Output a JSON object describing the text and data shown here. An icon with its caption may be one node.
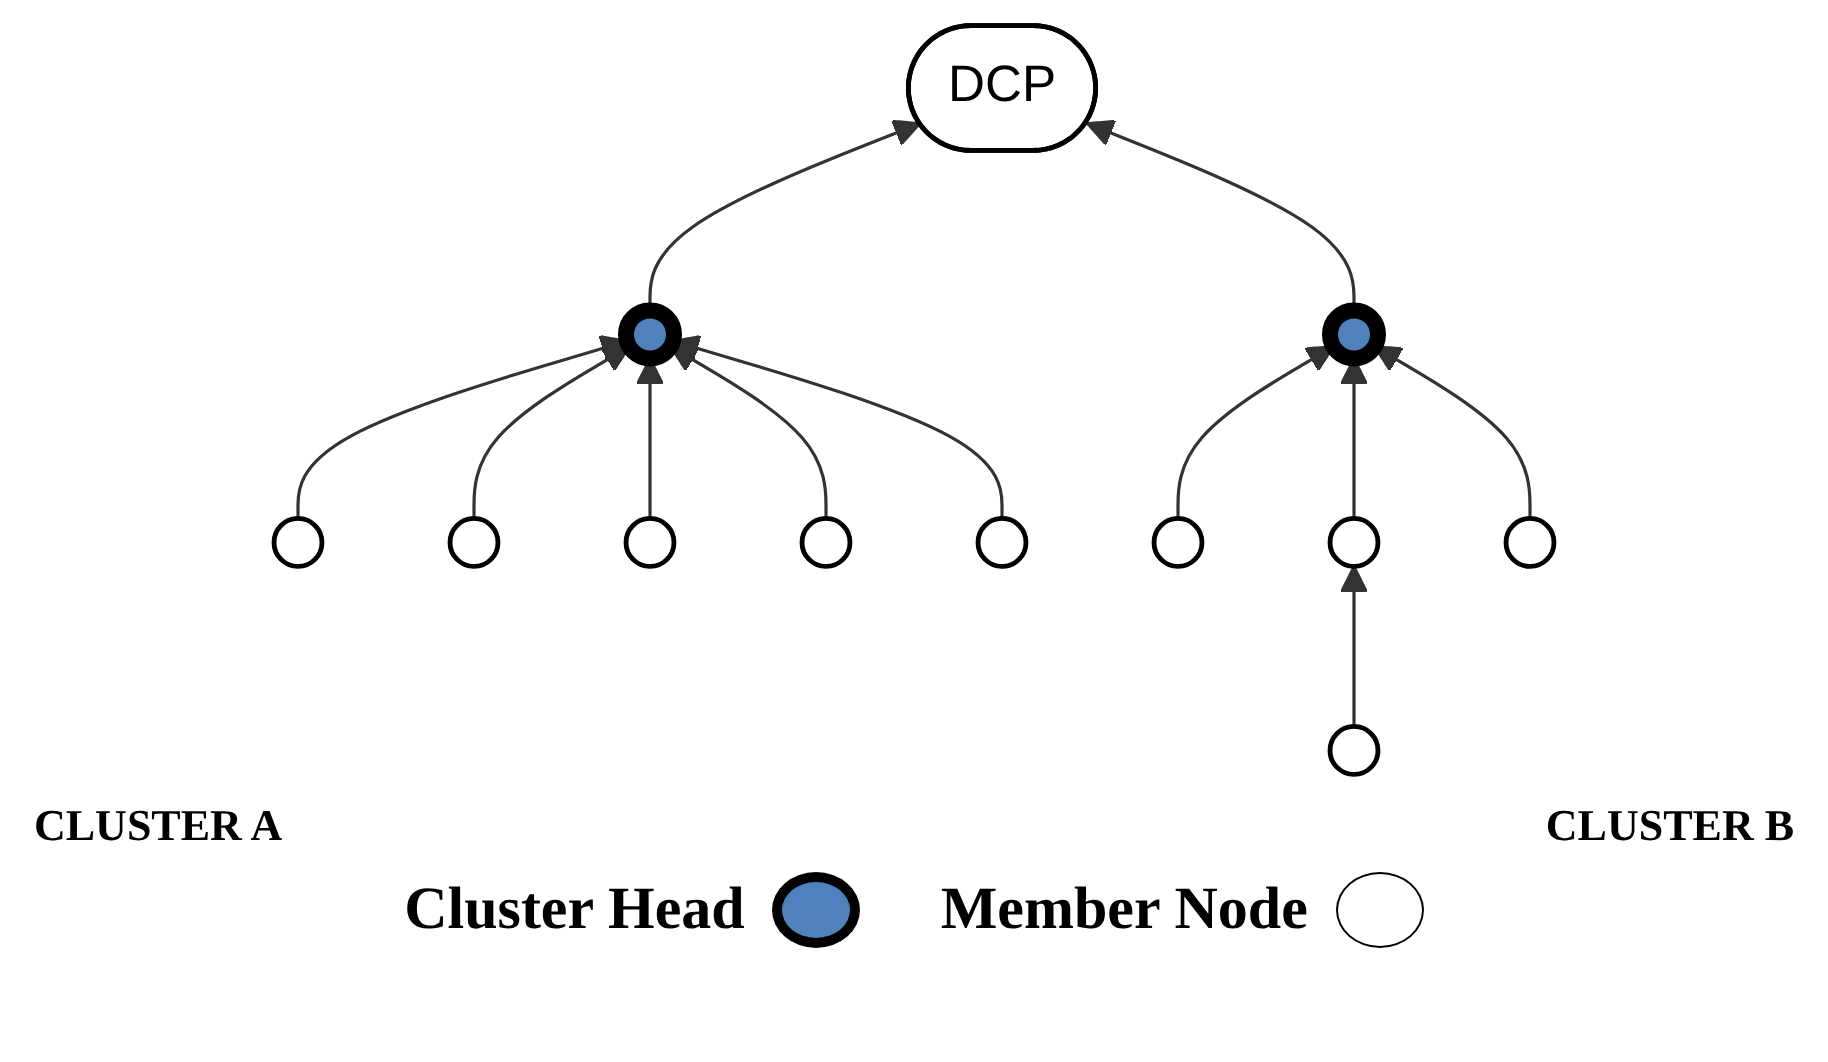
{
  "diagram": {
    "nodes": [
      {
        "text": [
          "DCP"
        ]
      },
      {
        "text": [],
        "shape": "circle"
      },
      {
        "text": [],
        "shape": "circle"
      },
      {
        "text": [],
        "shape": "circle"
      },
      {
        "text": [],
        "shape": "circle"
      },
      {
        "text": [],
        "shape": "circle"
      },
      {
        "text": [],
        "shape": "circle"
      },
      {
        "text": [],
        "shape": "circle"
      },
      {
        "text": [],
        "shape": "circle"
      },
      {
        "text": [],
        "shape": "circle"
      },
      {
        "text": [],
        "shape": "circle"
      },
      {
        "text": [],
        "shape": "circle"
      }
    ],
    "edges": [
      {
        "from": 1,
        "to": 0,
        "arrow": "to"
      },
      {
        "from": 2,
        "to": 1,
        "arrow": "to"
      },
      {
        "from": 3,
        "to": 1,
        "arrow": "to"
      },
      {
        "from": 4,
        "to": 1,
        "arrow": "to"
      },
      {
        "from": 5,
        "to": 1,
        "arrow": "to"
      },
      {
        "from": 6,
        "to": 1,
        "arrow": "to"
      },
      {
        "from": 7,
        "to": 0,
        "arrow": "to"
      },
      {
        "from": 10,
        "to": 7,
        "arrow": "to"
      },
      {
        "from": 9,
        "to": 7,
        "arrow": "to"
      },
      {
        "from": 8,
        "to": 7,
        "arrow": "to"
      },
      {
        "from": 11,
        "to": 9,
        "arrow": "to"
      }
    ],
    "labels": [
      "CLUSTER A",
      "CLUSTER B"
    ],
    "legend": [
      {
        "text": "Cluster Head",
        "color": "#4f81bd"
      },
      {
        "text": "Member Node",
        "color": "#ffffff"
      }
    ]
  }
}
